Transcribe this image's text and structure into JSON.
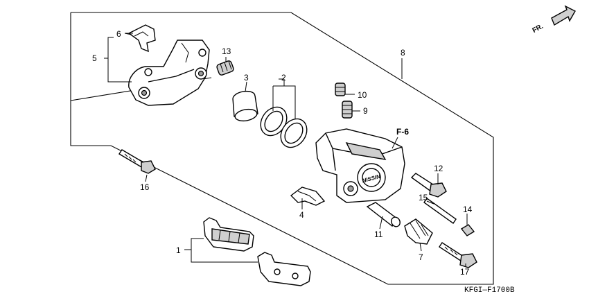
{
  "callouts": {
    "c1": "1",
    "c2": "2",
    "c3": "3",
    "c4": "4",
    "c5": "5",
    "c6": "6",
    "c7": "7",
    "c8": "8",
    "c9": "9",
    "c10": "10",
    "c11": "11",
    "c12": "12",
    "c13": "13",
    "c14": "14",
    "c15": "15",
    "c16": "16",
    "c17": "17"
  },
  "reference": "F-6",
  "direction": "FR.",
  "caliper_brand": "NISSIN",
  "diagram_code": "KFGI—F1700B"
}
